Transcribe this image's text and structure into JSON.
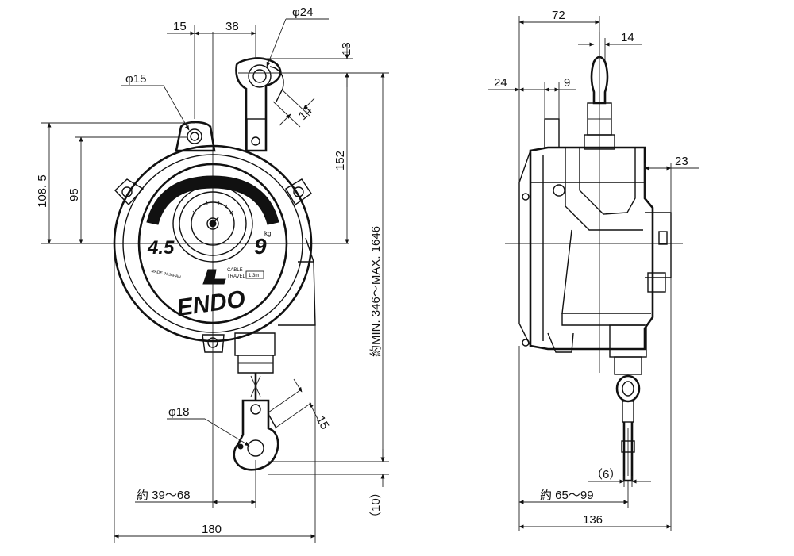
{
  "front_view": {
    "dim_15_top": "15",
    "dim_38": "38",
    "dim_phi24": "φ24",
    "dim_13": "13",
    "dim_phi15": "φ15",
    "dim_14": "14",
    "dim_152": "152",
    "dim_108_5": "108. 5",
    "dim_95": "95",
    "dim_travel": "約MIN. 346～MAX. 1646",
    "dim_phi18": "φ18",
    "dim_15_hook": "15",
    "dim_39_68": "約 39～68",
    "dim_10": "（10）",
    "dim_180": "180"
  },
  "dial": {
    "min_label": "4.5",
    "max_label": "9",
    "unit_label": "kg",
    "brand": "ENDO",
    "cable_label_1": "CABLE",
    "cable_label_2": "TRAVEL",
    "cable_value": "1.3m",
    "made_in": "MADE IN JAPAN"
  },
  "side_view": {
    "dim_72": "72",
    "dim_14": "14",
    "dim_24": "24",
    "dim_9": "9",
    "dim_23": "23",
    "dim_6": "（6）",
    "dim_65_99": "約 65～99",
    "dim_136": "136"
  }
}
